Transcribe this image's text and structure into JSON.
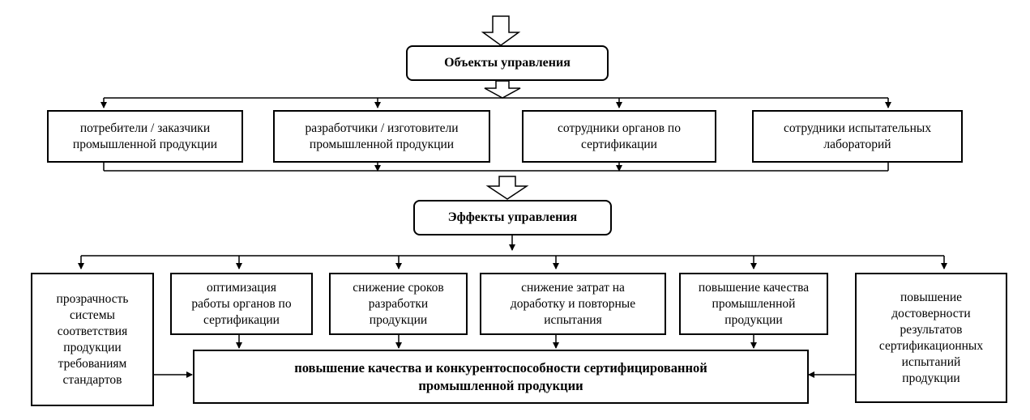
{
  "objects_title": "Объекты управления",
  "objects": [
    {
      "line1": "потребители / заказчики",
      "line2": "промышленной продукции"
    },
    {
      "line1": "разработчики  / изготовители",
      "line2": "промышленной продукции"
    },
    {
      "line1": "сотрудники органов по",
      "line2": "сертификации"
    },
    {
      "line1": "сотрудники испытательных",
      "line2": "лабораторий"
    }
  ],
  "effects_title": "Эффекты управления",
  "effects": [
    {
      "lines": [
        "прозрачность",
        "системы",
        "соответствия",
        "продукции",
        "требованиям",
        "стандартов"
      ]
    },
    {
      "lines": [
        "оптимизация",
        "работы органов по",
        "сертификации"
      ]
    },
    {
      "lines": [
        "снижение сроков",
        "разработки",
        "продукции"
      ]
    },
    {
      "lines": [
        "снижение затрат на",
        "доработку и повторные",
        "испытания"
      ]
    },
    {
      "lines": [
        "повышение качества",
        "промышленной",
        "продукции"
      ]
    },
    {
      "lines": [
        "повышение",
        "достоверности",
        "результатов",
        "сертификационных",
        "испытаний",
        "продукции"
      ]
    }
  ],
  "result": {
    "line1": "повышение качества и конкурентоспособности сертифицированной",
    "line2": "промышленной продукции"
  }
}
